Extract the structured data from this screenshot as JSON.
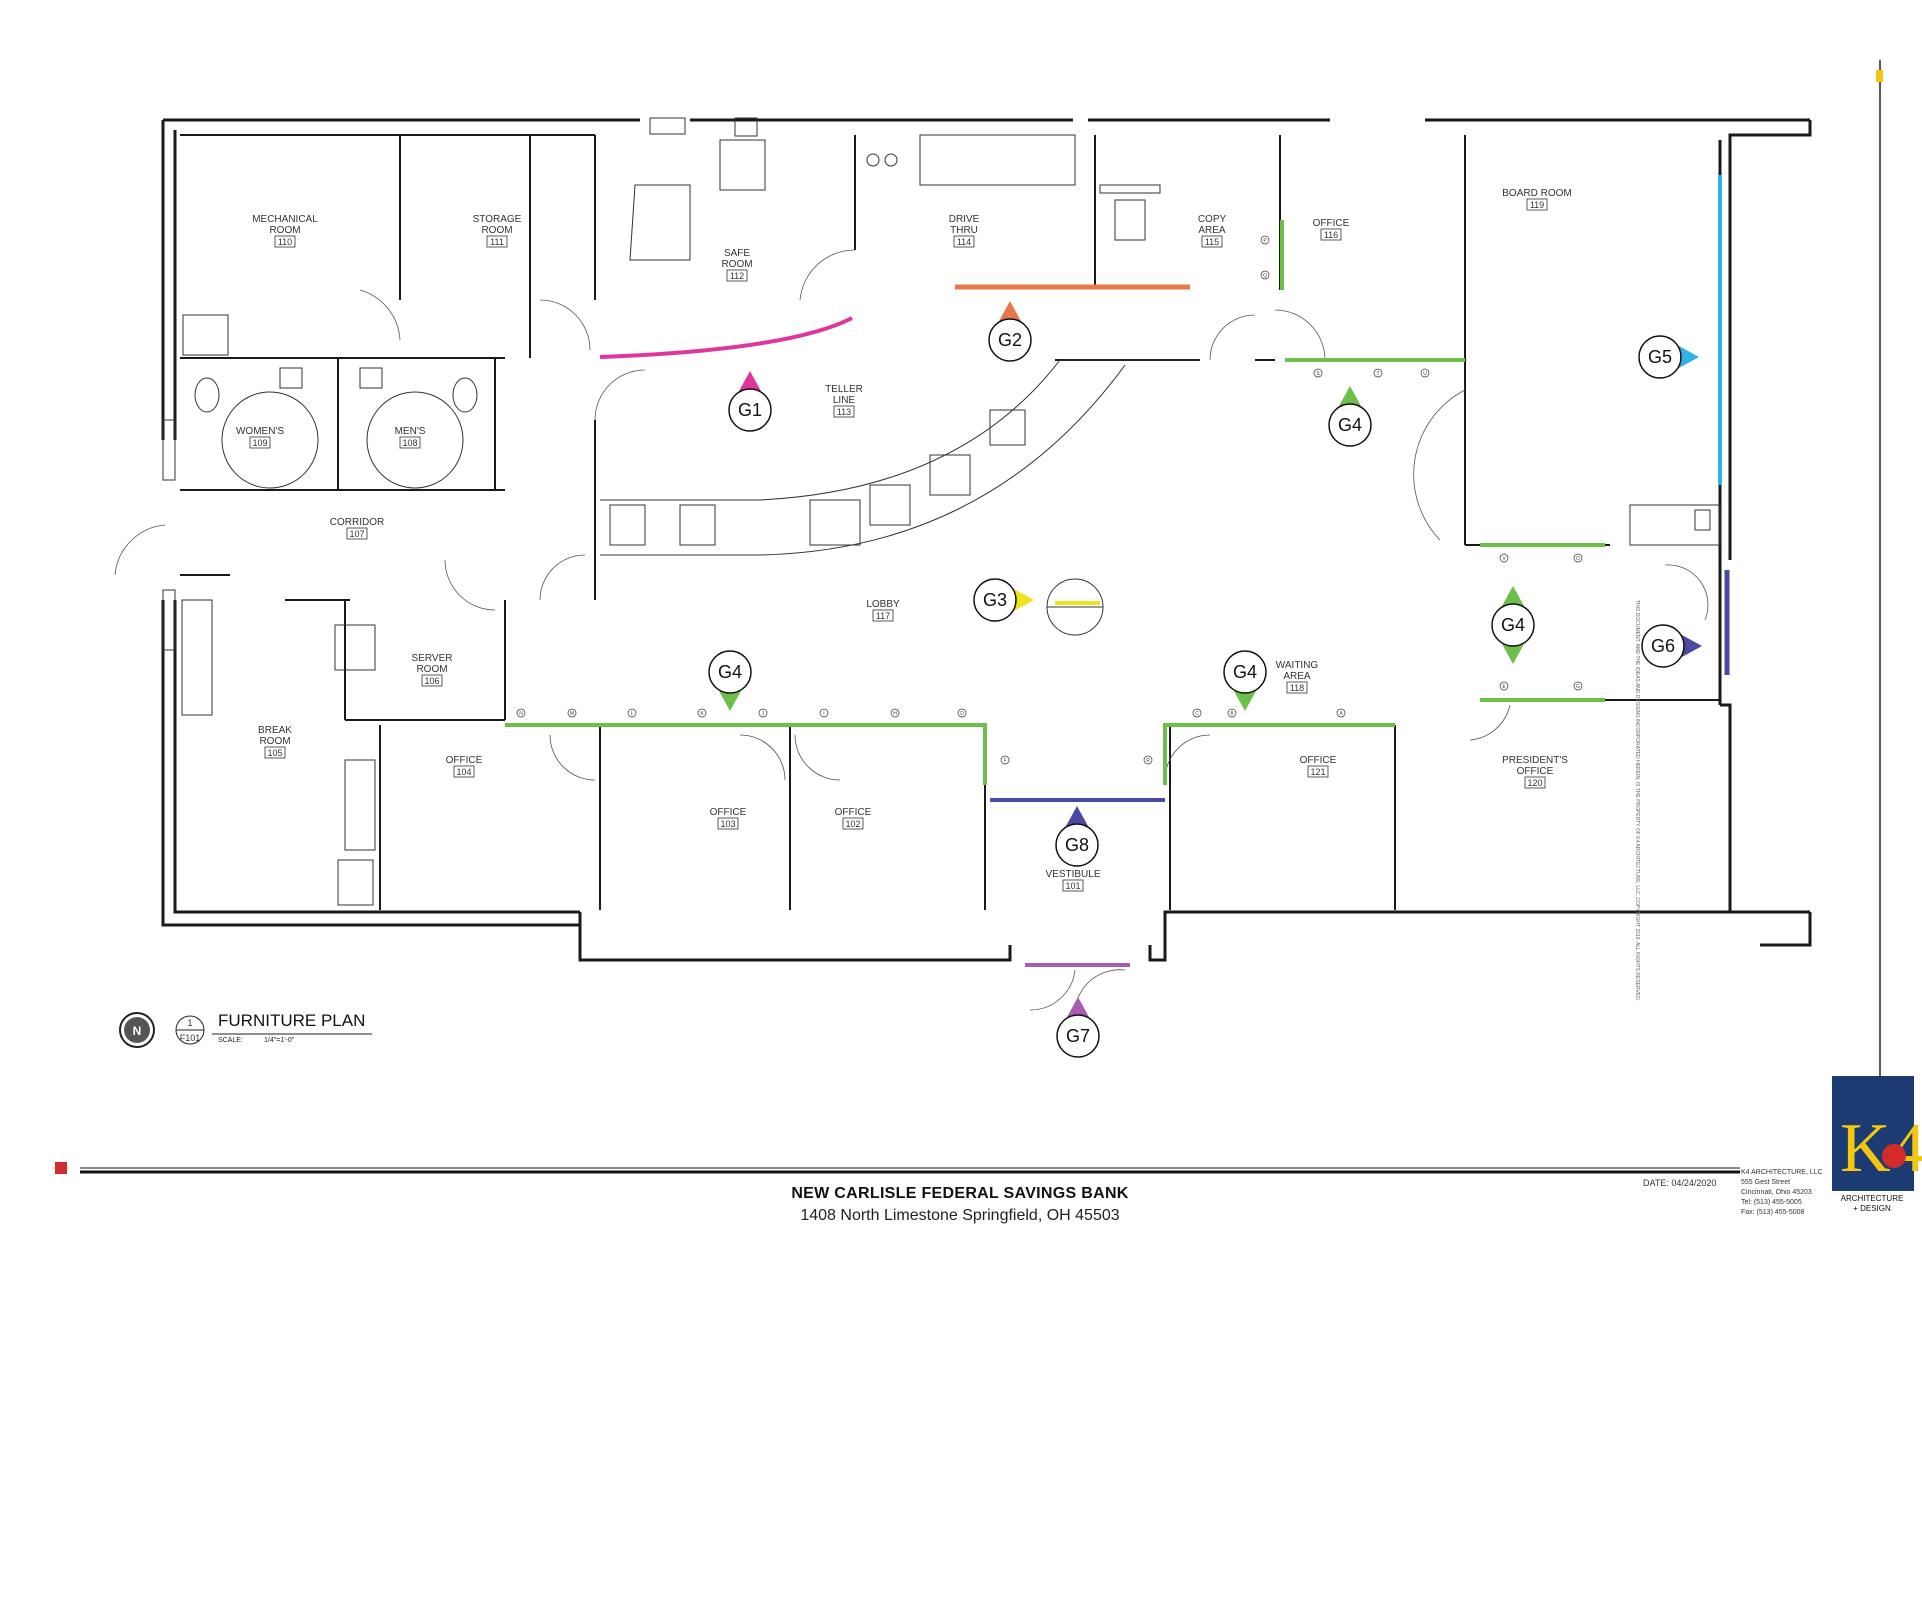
{
  "title": "NEW CARLISLE FEDERAL SAVINGS BANK",
  "address": "1408 North Limestone Springfield, OH 45503",
  "date": "DATE: 04/24/2020",
  "firm": {
    "name": "K4 ARCHITECTURE, LLC",
    "street": "555 Gest Street",
    "city": "Cincinnati, Ohio 45203",
    "tel": "Tel: (513) 455-5005",
    "fax": "Fax: (513) 455-5008"
  },
  "logo": {
    "mark": "K4",
    "line1": "ARCHITECTURE",
    "line2": "+ DESIGN"
  },
  "plan_label": "FURNITURE PLAN",
  "sheet": {
    "detail": "1",
    "sheet_no": "F101"
  },
  "scale_label": "SCALE:",
  "scale_value": "1/4\"=1'-0\"",
  "north": "N",
  "side_note": "THIS DOCUMENT, AND THE IDEAS AND DESIGNS INCORPORATED HEREIN, IS THE PROPERTY OF K4 ARCHITECTURE, LLC. COPYRIGHT 2019. ALL RIGHTS RESERVED.",
  "rooms": [
    {
      "id": "mech",
      "l1": "MECHANICAL",
      "l2": "ROOM",
      "num": "110"
    },
    {
      "id": "storage",
      "l1": "STORAGE",
      "l2": "ROOM",
      "num": "111"
    },
    {
      "id": "safe",
      "l1": "SAFE",
      "l2": "ROOM",
      "num": "112"
    },
    {
      "id": "drive",
      "l1": "DRIVE",
      "l2": "THRU",
      "num": "114"
    },
    {
      "id": "copy",
      "l1": "COPY",
      "l2": "AREA",
      "num": "115"
    },
    {
      "id": "office116",
      "l1": "OFFICE",
      "l2": "",
      "num": "116"
    },
    {
      "id": "board",
      "l1": "BOARD ROOM",
      "l2": "",
      "num": "119"
    },
    {
      "id": "womens",
      "l1": "WOMEN'S",
      "l2": "",
      "num": "109"
    },
    {
      "id": "mens",
      "l1": "MEN'S",
      "l2": "",
      "num": "108"
    },
    {
      "id": "teller",
      "l1": "TELLER",
      "l2": "LINE",
      "num": "113"
    },
    {
      "id": "corridor",
      "l1": "CORRIDOR",
      "l2": "",
      "num": "107"
    },
    {
      "id": "lobby",
      "l1": "LOBBY",
      "l2": "",
      "num": "117"
    },
    {
      "id": "server",
      "l1": "SERVER",
      "l2": "ROOM",
      "num": "106"
    },
    {
      "id": "waiting",
      "l1": "WAITING",
      "l2": "AREA",
      "num": "118"
    },
    {
      "id": "break",
      "l1": "BREAK",
      "l2": "ROOM",
      "num": "105"
    },
    {
      "id": "office104",
      "l1": "OFFICE",
      "l2": "",
      "num": "104"
    },
    {
      "id": "office103",
      "l1": "OFFICE",
      "l2": "",
      "num": "103"
    },
    {
      "id": "office102",
      "l1": "OFFICE",
      "l2": "",
      "num": "102"
    },
    {
      "id": "office121",
      "l1": "OFFICE",
      "l2": "",
      "num": "121"
    },
    {
      "id": "president",
      "l1": "PRESIDENT'S",
      "l2": "OFFICE",
      "num": "120"
    },
    {
      "id": "vestibule",
      "l1": "VESTIBULE",
      "l2": "",
      "num": "101"
    }
  ],
  "markers": [
    {
      "id": "g1",
      "label": "G1",
      "color": "#e0359b"
    },
    {
      "id": "g2",
      "label": "G2",
      "color": "#e8774a"
    },
    {
      "id": "g3",
      "label": "G3",
      "color": "#f2e21c"
    },
    {
      "id": "g4a",
      "label": "G4",
      "color": "#6cc04a"
    },
    {
      "id": "g4b",
      "label": "G4",
      "color": "#6cc04a"
    },
    {
      "id": "g4c",
      "label": "G4",
      "color": "#6cc04a"
    },
    {
      "id": "g4d",
      "label": "G4",
      "color": "#6cc04a"
    },
    {
      "id": "g5",
      "label": "G5",
      "color": "#2eb2e8"
    },
    {
      "id": "g6",
      "label": "G6",
      "color": "#4a4ba0"
    },
    {
      "id": "g7",
      "label": "G7",
      "color": "#a65db0"
    },
    {
      "id": "g8",
      "label": "G8",
      "color": "#4a4ba0"
    }
  ],
  "colors": {
    "g1_wall": "#e0359b",
    "g2_wall": "#e8774a",
    "g3_wall": "#f2e21c",
    "g4_wall": "#6cc04a",
    "g5_wall": "#2eb2e8",
    "g6_wall": "#4a4ba0",
    "g7_wall": "#a65db0",
    "g8_wall": "#4a4ba0",
    "sheet_marker": "#d42a2a",
    "logo_bg": "#1d3b73"
  },
  "grid_tags": [
    "N",
    "M",
    "L",
    "K",
    "J",
    "I",
    "H",
    "D",
    "C",
    "B",
    "A",
    "F",
    "R",
    "S",
    "T",
    "U",
    "V",
    "O",
    "P",
    "Q",
    "E",
    "G"
  ]
}
